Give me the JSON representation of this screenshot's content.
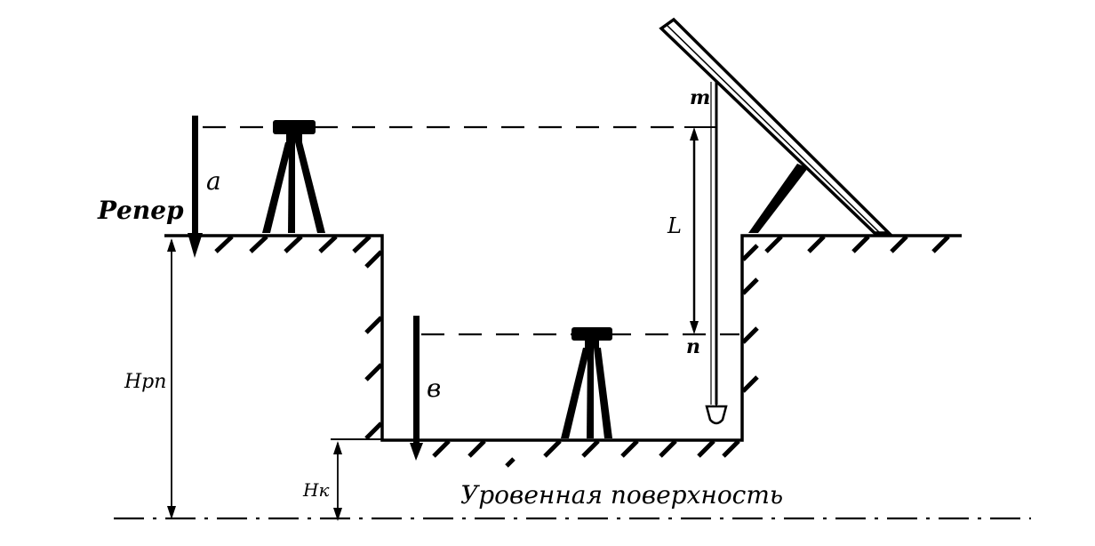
{
  "labels": {
    "a": "a",
    "reper": "Репер",
    "m": "m",
    "L": "L",
    "n": "n",
    "b": "в",
    "h_rp": "Hрп",
    "h_k": "Hк",
    "level_surface": "Уровенная поверхность"
  },
  "colors": {
    "ink": "#000000",
    "paper": "#ffffff"
  }
}
